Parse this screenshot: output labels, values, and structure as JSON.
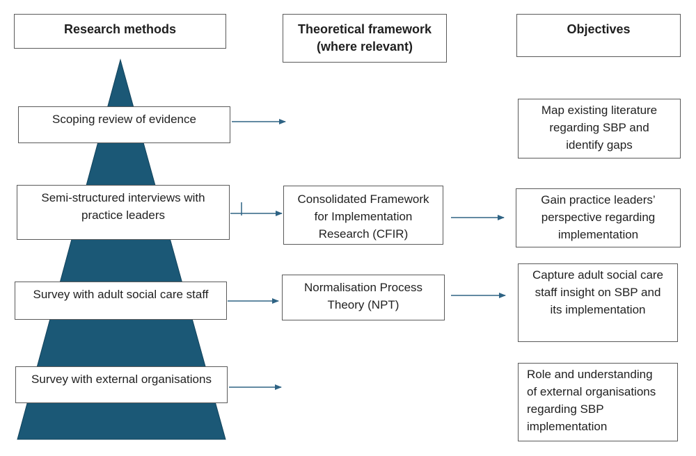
{
  "headers": {
    "methods": "Research methods",
    "framework": "Theoretical framework\n(where relevant)",
    "objectives": "Objectives"
  },
  "methods": [
    "Scoping review of evidence",
    "Semi-structured interviews with\npractice leaders",
    "Survey with adult social care staff",
    "Survey with external organisations"
  ],
  "frameworks": [
    "Consolidated Framework\nfor Implementation\nResearch (CFIR)",
    "Normalisation Process\nTheory (NPT)"
  ],
  "objectives": [
    "Map existing literature\nregarding SBP and\nidentify gaps",
    "Gain practice leaders’\nperspective regarding\nimplementation",
    "Capture adult social care\nstaff insight on SBP and\nits implementation",
    "Role and understanding\nof external organisations\nregarding SBP\nimplementation"
  ],
  "colors": {
    "pyramid": "#1b5876",
    "arrow": "#2e6384",
    "border": "#595959"
  }
}
